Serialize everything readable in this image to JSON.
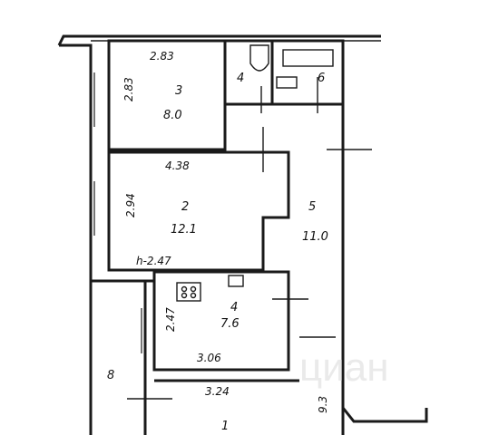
{
  "rooms": [
    {
      "id": "r3",
      "number": "3",
      "area": "8.0"
    },
    {
      "id": "r2",
      "number": "2",
      "area": "12.1"
    },
    {
      "id": "r5",
      "number": "5",
      "area": "11.0"
    },
    {
      "id": "r4",
      "number": "4",
      "area": "7.6"
    },
    {
      "id": "r4b",
      "number": "4",
      "area": ""
    },
    {
      "id": "r6",
      "number": "6",
      "area": ""
    },
    {
      "id": "r8",
      "number": "8",
      "area": ""
    },
    {
      "id": "r1",
      "number": "1",
      "area": ""
    }
  ],
  "dimensions": {
    "room3_width": "2.83",
    "room3_height": "2.83",
    "room2_width": "4.38",
    "room2_height": "2.94",
    "ceiling_height": "h-2.47",
    "room4_height": "2.47",
    "room4_width": "3.06",
    "lower_width": "3.24",
    "corridor_length": "9.3"
  },
  "watermark": "циан"
}
